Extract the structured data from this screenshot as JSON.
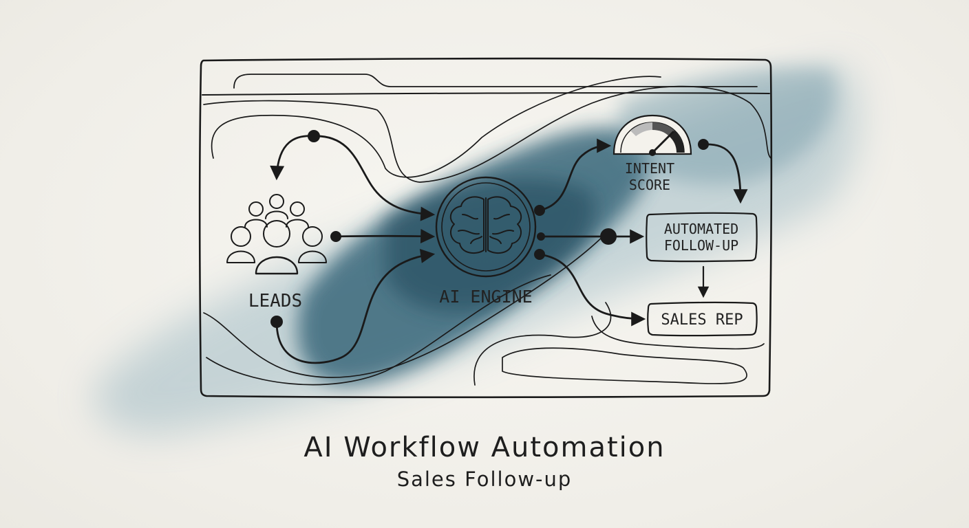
{
  "title": "AI Workflow Automation",
  "subtitle": "Sales Follow-up",
  "nodes": {
    "leads": {
      "label": "LEADS",
      "icon": "people-group-icon"
    },
    "engine": {
      "label": "AI ENGINE",
      "icon": "brain-icon"
    },
    "intent": {
      "label_line1": "INTENT",
      "label_line2": "SCORE",
      "icon": "gauge-icon"
    },
    "followup": {
      "label_line1": "AUTOMATED",
      "label_line2": "FOLLOW-UP"
    },
    "salesrep": {
      "label": "SALES REP"
    }
  },
  "colors": {
    "ink": "#1a1a1a",
    "wash": "#2f5f73",
    "paper": "#f2f0ea"
  }
}
